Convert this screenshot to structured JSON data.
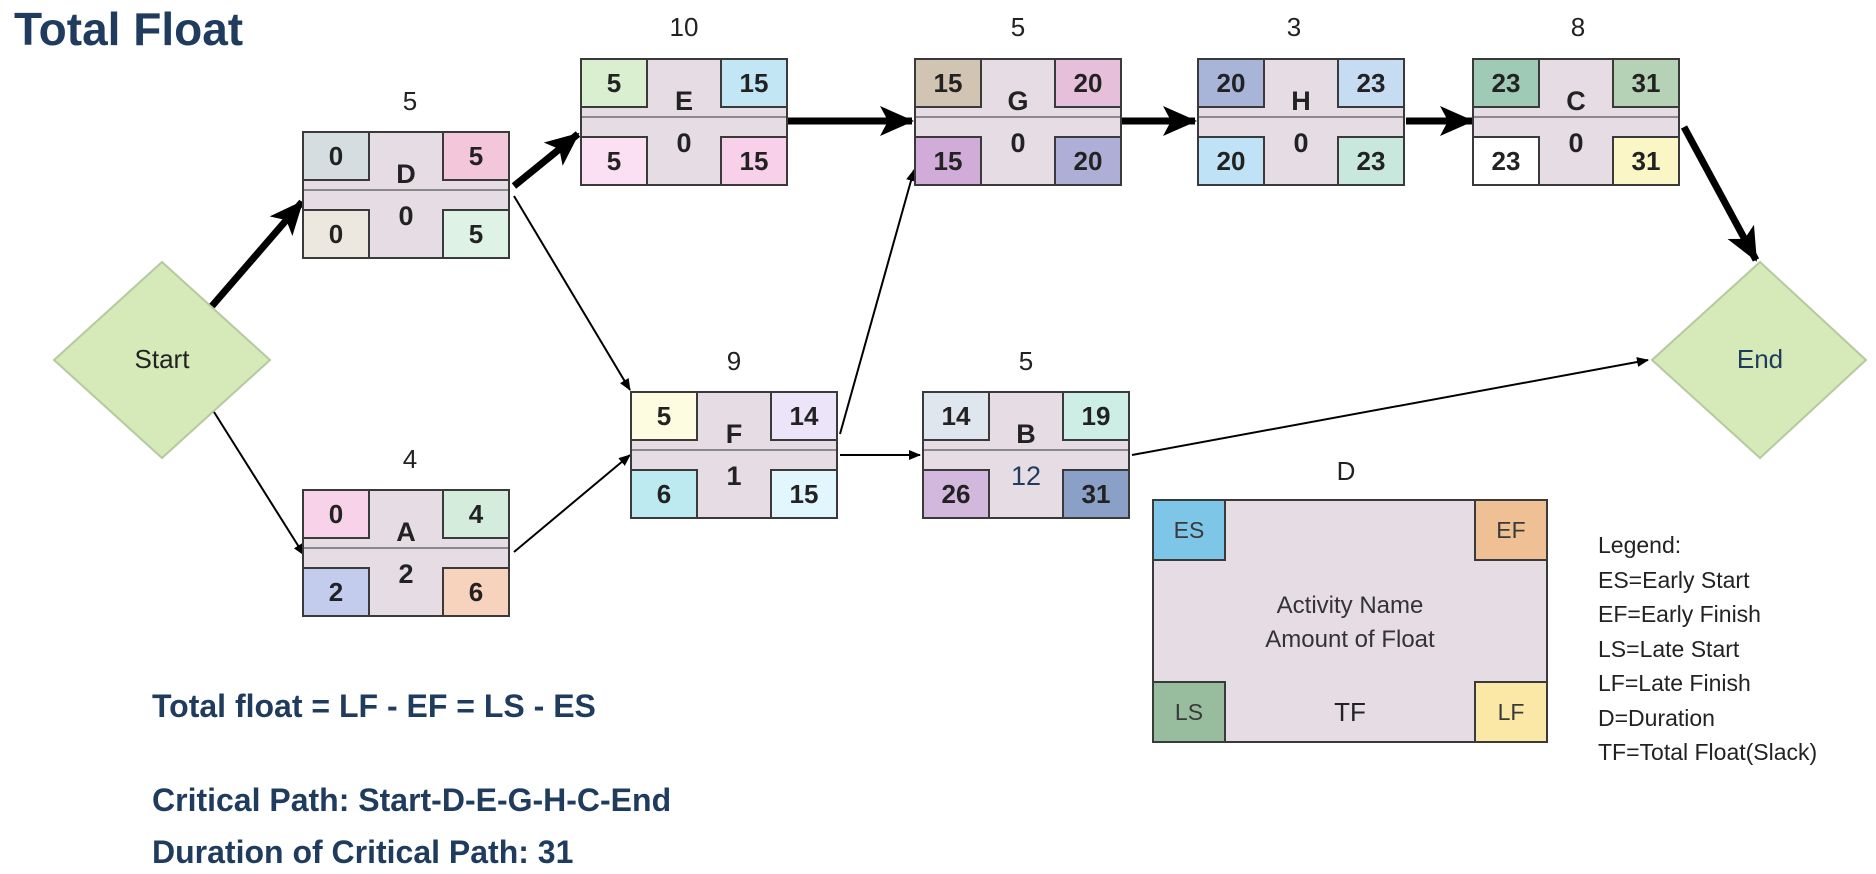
{
  "title": "Total Float",
  "start_label": "Start",
  "end_label": "End",
  "colors": {
    "node_fill": "#e6dde4",
    "diamond_fill": "#d6e9b8",
    "title_color": "#1f3b5e",
    "critical_arrow": "#000000"
  },
  "nodes": {
    "D": {
      "name": "D",
      "duration": "5",
      "es": "0",
      "ef": "5",
      "ls": "0",
      "lf": "5",
      "tf": "0",
      "es_color": "#d5dde0",
      "ef_color": "#f4c6da",
      "ls_color": "#ece8e0",
      "lf_color": "#def3e6"
    },
    "A": {
      "name": "A",
      "duration": "4",
      "es": "0",
      "ef": "4",
      "ls": "2",
      "lf": "6",
      "tf": "2",
      "es_color": "#f8d2e8",
      "ef_color": "#d4ecdc",
      "ls_color": "#c4ccee",
      "lf_color": "#f7d2bc"
    },
    "E": {
      "name": "E",
      "duration": "10",
      "es": "5",
      "ef": "15",
      "ls": "5",
      "lf": "15",
      "tf": "0",
      "es_color": "#d9efcf",
      "ef_color": "#c2e6f4",
      "ls_color": "#fbe0f3",
      "lf_color": "#f9d0ea"
    },
    "F": {
      "name": "F",
      "duration": "9",
      "es": "5",
      "ef": "14",
      "ls": "6",
      "lf": "15",
      "tf": "1",
      "es_color": "#fdfce0",
      "ef_color": "#ece4f8",
      "ls_color": "#bdeaf0",
      "lf_color": "#e2f6fd"
    },
    "G": {
      "name": "G",
      "duration": "5",
      "es": "15",
      "ef": "20",
      "ls": "15",
      "lf": "20",
      "tf": "0",
      "es_color": "#d2c4b2",
      "ef_color": "#e6c0da",
      "ls_color": "#d2acd8",
      "lf_color": "#aeaed6"
    },
    "B": {
      "name": "B",
      "duration": "5",
      "es": "14",
      "ef": "19",
      "ls": "26",
      "lf": "31",
      "tf": "12",
      "es_color": "#e0e6ee",
      "ef_color": "#cceee4",
      "ls_color": "#d2b8dc",
      "lf_color": "#8aa0c6"
    },
    "H": {
      "name": "H",
      "duration": "3",
      "es": "20",
      "ef": "23",
      "ls": "20",
      "lf": "23",
      "tf": "0",
      "es_color": "#a8b4d8",
      "ef_color": "#c6dcf3",
      "ls_color": "#bfe2f6",
      "lf_color": "#c8e8de"
    },
    "C": {
      "name": "C",
      "duration": "8",
      "es": "23",
      "ef": "31",
      "ls": "23",
      "lf": "31",
      "tf": "0",
      "es_color": "#9fcbb6",
      "ef_color": "#b6d2b6",
      "ls_color": "#ffffff",
      "lf_color": "#fbf6c6"
    }
  },
  "legend_box": {
    "title": "D",
    "es": "ES",
    "ef": "EF",
    "ls": "LS",
    "lf": "LF",
    "line1": "Activity Name",
    "line2": "Amount of Float",
    "tf": "TF",
    "es_color": "#7ec6e8",
    "ef_color": "#eec094",
    "ls_color": "#98bc9e",
    "lf_color": "#fbe8a6"
  },
  "legend": {
    "heading": "Legend:",
    "items": [
      "ES=Early Start",
      "EF=Early Finish",
      "LS=Late Start",
      "LF=Late Finish",
      "D=Duration",
      "TF=Total Float(Slack)"
    ]
  },
  "formula": "Total float = LF - EF = LS - ES",
  "critical_path": "Critical Path: Start-D-E-G-H-C-End",
  "critical_duration": "Duration of Critical Path: 31"
}
